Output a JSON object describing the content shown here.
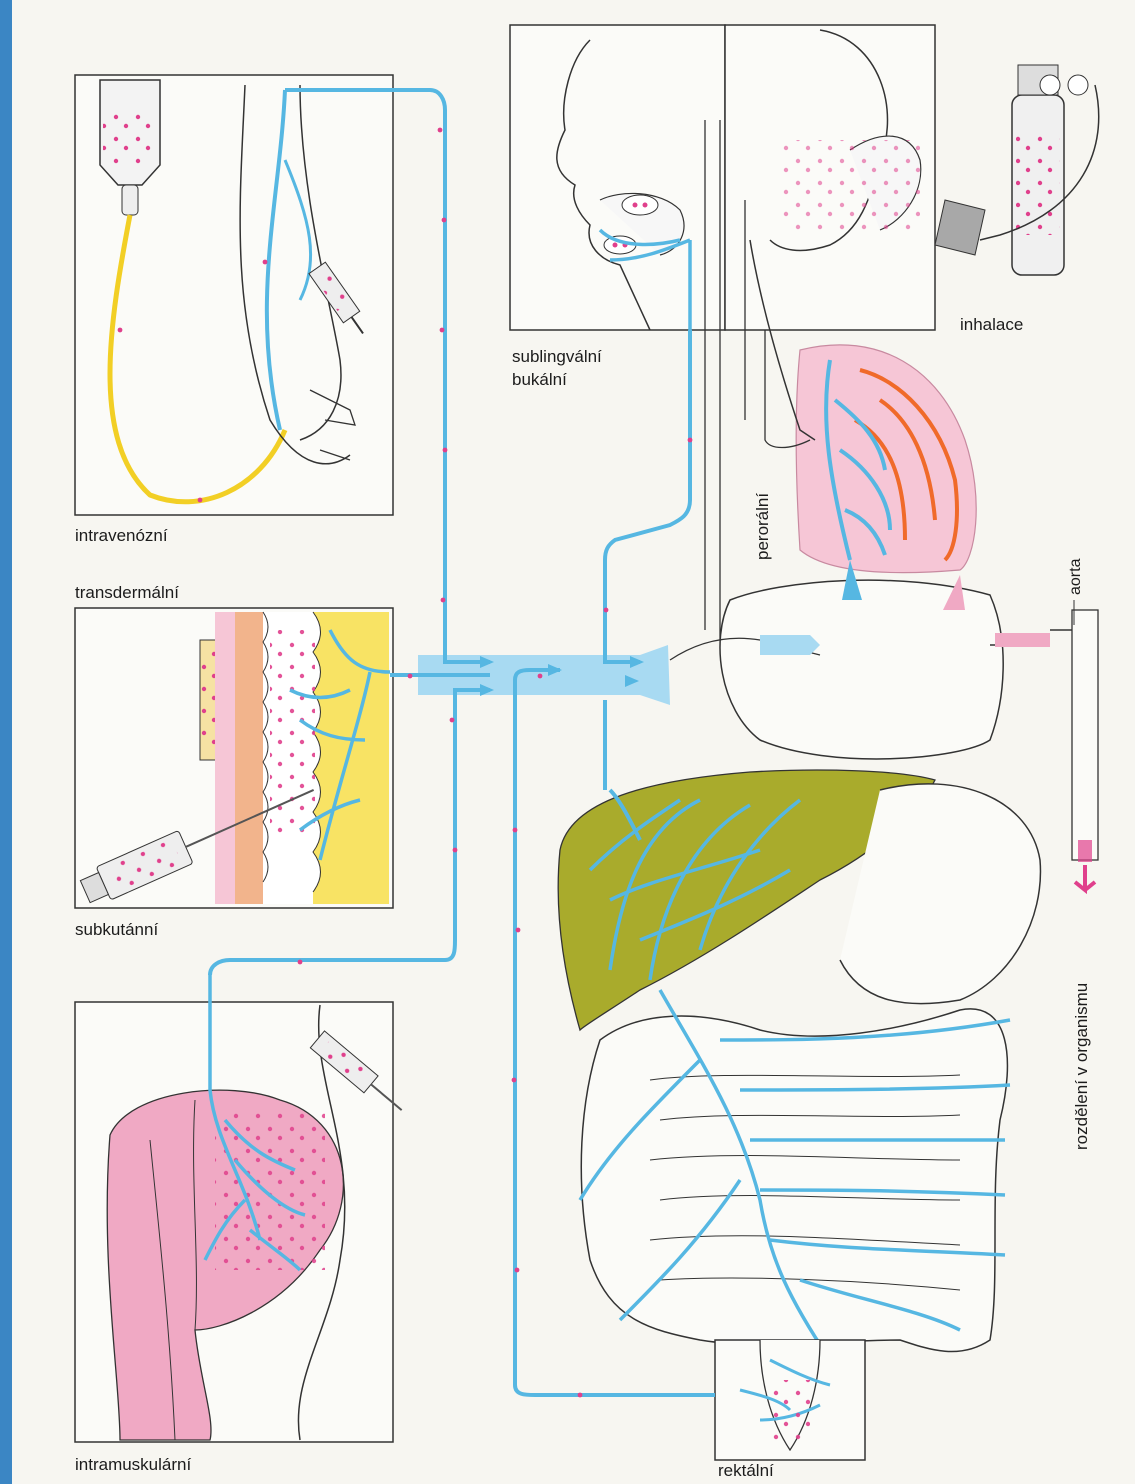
{
  "labels": {
    "intravenous": "intravenózní",
    "transdermal": "transdermální",
    "subcutaneous": "subkutánní",
    "intramuscular": "intramuskulární",
    "sublingual_line1": "sublingvální",
    "sublingual_line2": "bukální",
    "inhalation": "inhalace",
    "oral": "perorální",
    "aorta": "aorta",
    "distribution": "rozdělení v organismu",
    "rectal": "rektální"
  },
  "colors": {
    "blood_vessel": "#56b7e2",
    "drug_particle": "#e0408c",
    "infusion_tube": "#f2cf25",
    "lung_pink": "#f6c6d6",
    "artery_orange": "#f06a2a",
    "liver_olive": "#a9ab2c",
    "muscle_pink": "#f0a9c4",
    "skin_tan": "#f2b48c",
    "fat_yellow": "#f8e364",
    "flow_band": "#a8daf2"
  }
}
